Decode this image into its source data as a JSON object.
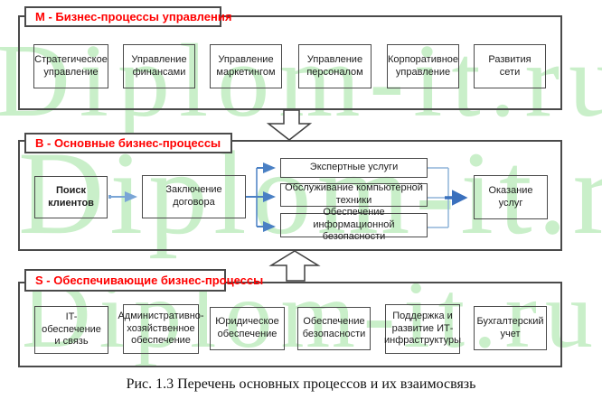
{
  "watermark": {
    "text": "Diplom-it.ru",
    "color": "#c9efc9"
  },
  "sections": {
    "management": {
      "title": "М - Бизнес-процессы управления",
      "boxes": [
        "Стратегическое управление",
        "Управление финансами",
        "Управление маркетингом",
        "Управление персоналом",
        "Корпоративное управление",
        "Развития сети"
      ]
    },
    "core": {
      "title": "В - Основные бизнес-процессы",
      "search": "Поиск клиентов",
      "contract": "Заключение договора",
      "services": [
        "Экспертные услуги",
        "Обслуживание компьютерной техники",
        "Обеспечение информационной безопасности"
      ],
      "delivery": "Оказание услуг"
    },
    "support": {
      "title": "S - Обеспечивающие бизнес-процессы",
      "boxes": [
        "IT-обеспечение и связь",
        "Административно-хозяйственное обеспечение",
        "Юридическое обеспечение",
        "Обеспечение безопасности",
        "Поддержка и развитие ИТ-инфраструктуры",
        "Бухгалтерский учет"
      ]
    }
  },
  "caption": "Рис. 1.3 Перечень основных процессов и их взаимосвязь",
  "colors": {
    "section_title": "#ff0000",
    "box_border": "#4a4a4a",
    "connector_light": "#7aa5d6",
    "connector_medium": "#4a80c4",
    "connector_thin": "#8fb4d9",
    "connector_thick": "#3a70bd",
    "watermark": "#c9efc9"
  }
}
